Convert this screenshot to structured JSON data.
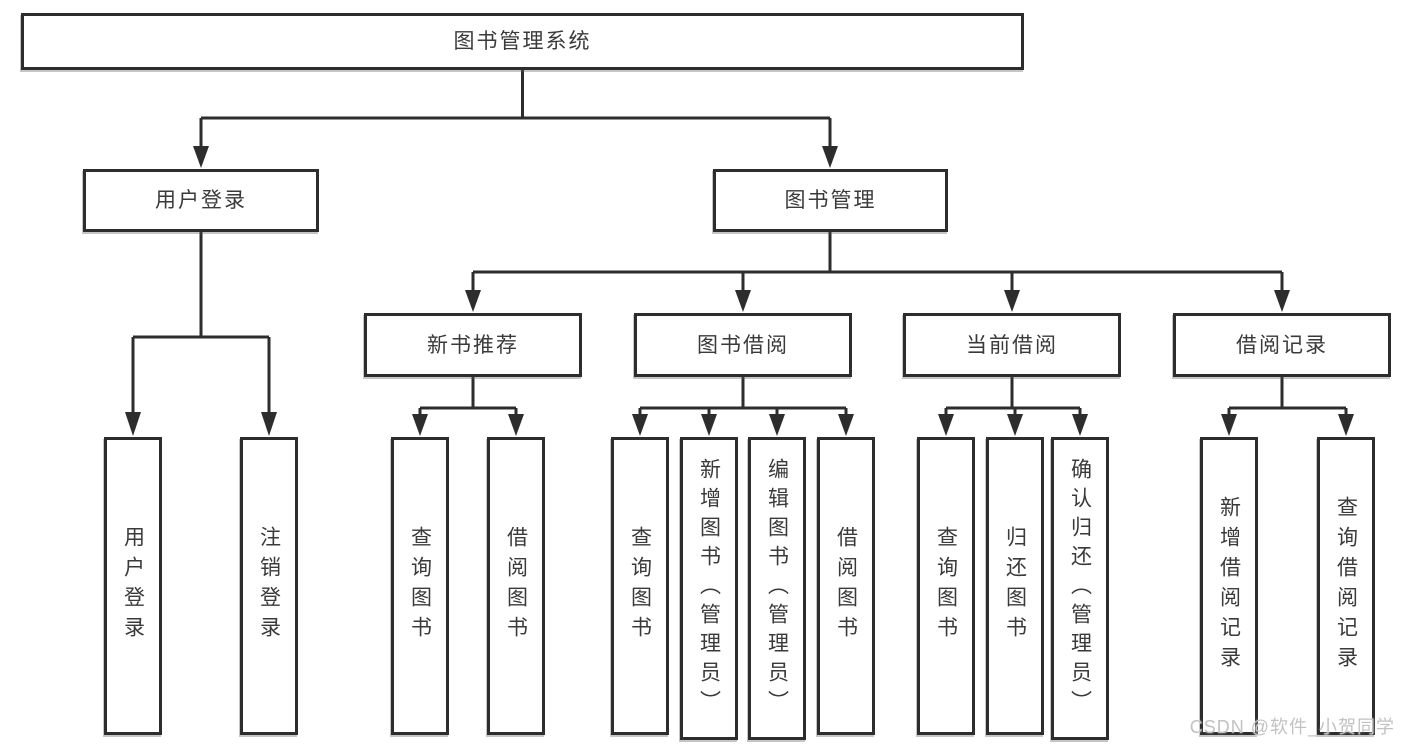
{
  "diagram_type": "hierarchy-tree",
  "colors": {
    "line": "#2d2d2d",
    "border": "#2d2d2d",
    "text": "#3a3a3a",
    "box_background": "#ffffff",
    "watermark": "#c2c2c2"
  },
  "tree": {
    "label": "图书管理系统",
    "children": [
      {
        "label": "用户登录",
        "children": [
          {
            "label": "用户登录"
          },
          {
            "label": "注销登录"
          }
        ]
      },
      {
        "label": "图书管理",
        "children": [
          {
            "label": "新书推荐",
            "children": [
              {
                "label": "查询图书"
              },
              {
                "label": "借阅图书"
              }
            ]
          },
          {
            "label": "图书借阅",
            "children": [
              {
                "label": "查询图书"
              },
              {
                "label": "新增图书（管理员）"
              },
              {
                "label": "编辑图书（管理员）"
              },
              {
                "label": "借阅图书"
              }
            ]
          },
          {
            "label": "当前借阅",
            "children": [
              {
                "label": "查询图书"
              },
              {
                "label": "归还图书"
              },
              {
                "label": "确认归还（管理员）"
              }
            ]
          },
          {
            "label": "借阅记录",
            "children": [
              {
                "label": "新增借阅记录"
              },
              {
                "label": "查询借阅记录"
              }
            ]
          }
        ]
      }
    ]
  },
  "watermark": {
    "text": "CSDN @软件_小贺同学"
  }
}
